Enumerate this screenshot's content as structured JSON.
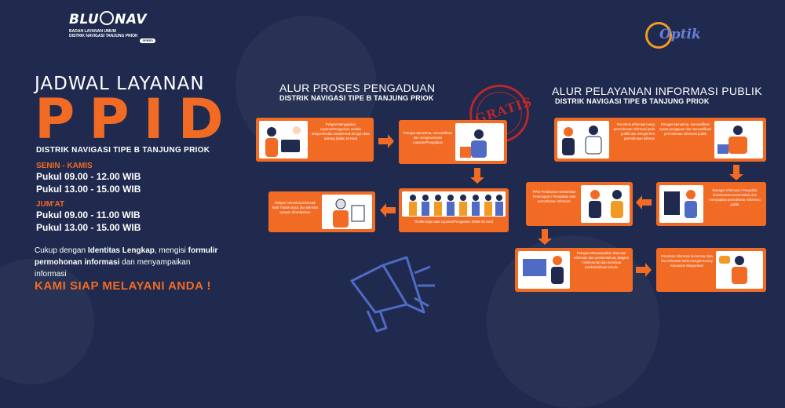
{
  "brand": {
    "logo_left": "BLU",
    "logo_right": "NAV",
    "sub_line1": "BADAN LAYANAN UMUM",
    "sub_line2": "DISTRIK NAVIGASI TANJUNG PRIOK",
    "badge": "SPEED",
    "accent": "#f26b24",
    "background": "#1f2a4e"
  },
  "optik": {
    "name": "Optik"
  },
  "left": {
    "title": "JADWAL LAYANAN",
    "big": "PPID",
    "subtitle": "DISTRIK NAVIGASI TIPE B TANJUNG PRIOK",
    "days1": "SENIN - KAMIS",
    "days1_line1": "Pukul 09.00 - 12.00 WIB",
    "days1_line2": "Pukul  13.00 - 15.00 WIB",
    "days2": "JUM'AT",
    "days2_line1": "Pukul  09.00 - 11.00 WIB",
    "days2_line2": "Pukul  13.00 - 15.00 WIB",
    "note_a": "Cukup dengan ",
    "note_b": "Identitas Lengkap",
    "note_c": ", mengisi ",
    "note_d": "formulir permohonan informasi",
    "note_e": " dan menyampaikan informasi",
    "cta": "KAMI SIAP MELAYANI ANDA !"
  },
  "complaint": {
    "title": "ALUR PROSES PENGADUAN",
    "subtitle": "DISTRIK NAVIGASI TIPE B TANJUNG PRIOK",
    "stamp": "GRATIS",
    "steps": [
      "Pelapor Mengajukan Laporan/Pengaduan melalui telepon/media sosial/email dengan data dukung (Maks 30 Hari)",
      "Petugas Menerima, menverifikasi dan menginventaris Laporan/Pengaduan",
      "Tindak lanjut atas Laporan/Pengaduan (Maks 60 Hari)",
      "Pelapor menerima informasi hasil Tindak lanjut, jika identitas pelapor dicantumkan"
    ]
  },
  "publicinfo": {
    "title": "ALUR PELAYANAN INFORMASI PUBLIK",
    "subtitle": "DISTRIK NAVIGASI TIPE B TANJUNG PRIOK",
    "steps": [
      "Pemohon informasi mengajukan permohonan informasi pada layanan publik dan mengisi formulir permohonan informasi",
      "Petugas Menerima, menverifikasi syarat pengajuan dan menverifikasi permohonan informasi publik",
      "Manager Informasi / Pengelola dokumentasi meneruskan dan menyiapkan permohonan informasi publik",
      "PPID Pelaksana memberikan Persetujuan / Penolakan atas permohonan informasi",
      "Petugas Menyampaikan data dan Informasi dan pemberitahuan (Bagian / Sekretariat) dan membuat pemberitahuan tertulis",
      "Pemohon Informasi menerima data dan Informasi serta mengisi Survey Kepuasan Masyarakat"
    ]
  }
}
